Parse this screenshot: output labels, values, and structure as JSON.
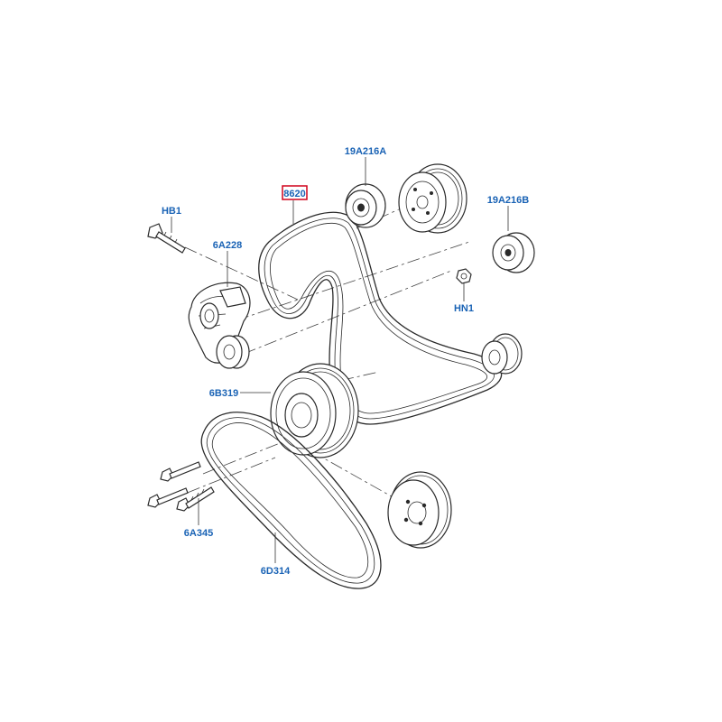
{
  "diagram": {
    "highlight_color": "#d0021b",
    "label_color": "#1a63b5",
    "callouts": {
      "belt_main": "8620",
      "idler_top": "19A216A",
      "idler_right": "19A216B",
      "bolt_hb1": "HB1",
      "tensioner": "6A228",
      "nut_hn1": "HN1",
      "crank_pulley": "6B319",
      "bolts_6a345": "6A345",
      "belt_lower": "6D314"
    }
  }
}
